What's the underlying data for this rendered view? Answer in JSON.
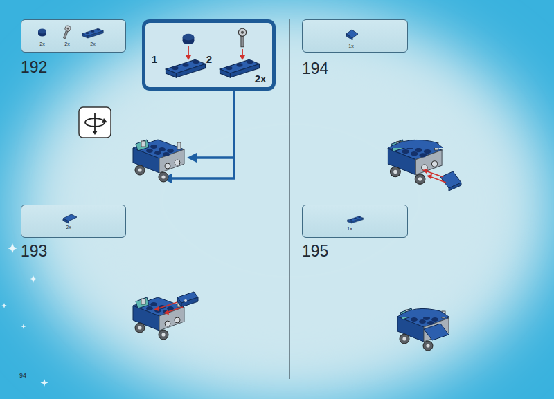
{
  "diagram": {
    "nodes": [
      {
        "text": [
          "2x",
          "2x",
          "2x"
        ]
      },
      {
        "text": [
          "1",
          "2",
          "2x"
        ]
      },
      {
        "text": [
          "2x"
        ]
      },
      {
        "text": [
          "1x"
        ]
      },
      {
        "text": [
          "1x"
        ]
      }
    ],
    "labels": [
      "192",
      "193",
      "194",
      "195",
      "94"
    ]
  }
}
